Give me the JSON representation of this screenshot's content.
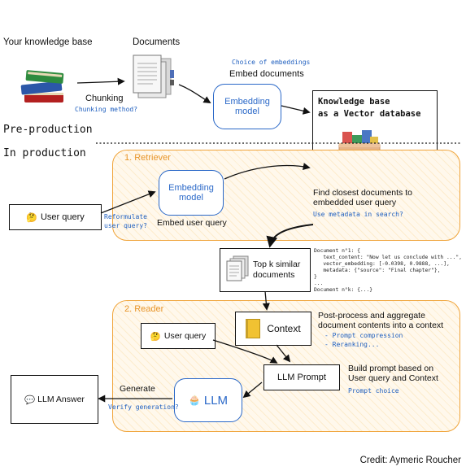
{
  "top": {
    "your_kb": "Your knowledge base",
    "documents": "Documents",
    "chunking": "Chunking",
    "chunking_method": "Chunking method?",
    "choice_embeddings": "Choice of embeddings",
    "embed_documents": "Embed documents",
    "embedding_model": "Embedding\nmodel",
    "kb_vector": "Knowledge base\nas a Vector database"
  },
  "divider": {
    "pre": "Pre-production",
    "in": "In production"
  },
  "retriever": {
    "label": "1. Retriever",
    "embedding_model": "Embedding\nmodel",
    "embed_user_query": "Embed user query",
    "find_closest": "Find closest documents to\nembedded user query",
    "use_metadata": "Use metadata in search?",
    "reformulate": "Reformulate\nuser query?"
  },
  "user_query": {
    "emoji": "🤔",
    "label": "User query"
  },
  "topk": {
    "label": "Top k similar\ndocuments",
    "code": "Document n°1: {\n   text_content: \"Now let us conclude with ...\",\n   vector_embedding: [-0.0398, 0.9888, ...],\n   metadata: {\"source\": \"Final chapter\"},\n}\n...\nDocument n°k: {...}"
  },
  "reader": {
    "label": "2. Reader",
    "user_query_emoji": "🤔",
    "user_query": "User query",
    "context": "Context",
    "post_process": "Post-process and aggregate\ndocument contents into a context",
    "prompt_compression": "- Prompt compression",
    "reranking": "- Reranking...",
    "llm_prompt": "LLM Prompt",
    "build_prompt": "Build prompt based on\nUser query and Context",
    "prompt_choice": "Prompt choice",
    "llm_emoji": "🧁",
    "llm": "LLM"
  },
  "answer": {
    "emoji": "💬",
    "label": "LLM Answer",
    "generate": "Generate",
    "verify": "Verify generation?"
  },
  "credit": "Credit: Aymeric Roucher",
  "colors": {
    "orange": "#f0a43a",
    "blue": "#2a68c8",
    "note_blue": "#1f5fbf"
  }
}
